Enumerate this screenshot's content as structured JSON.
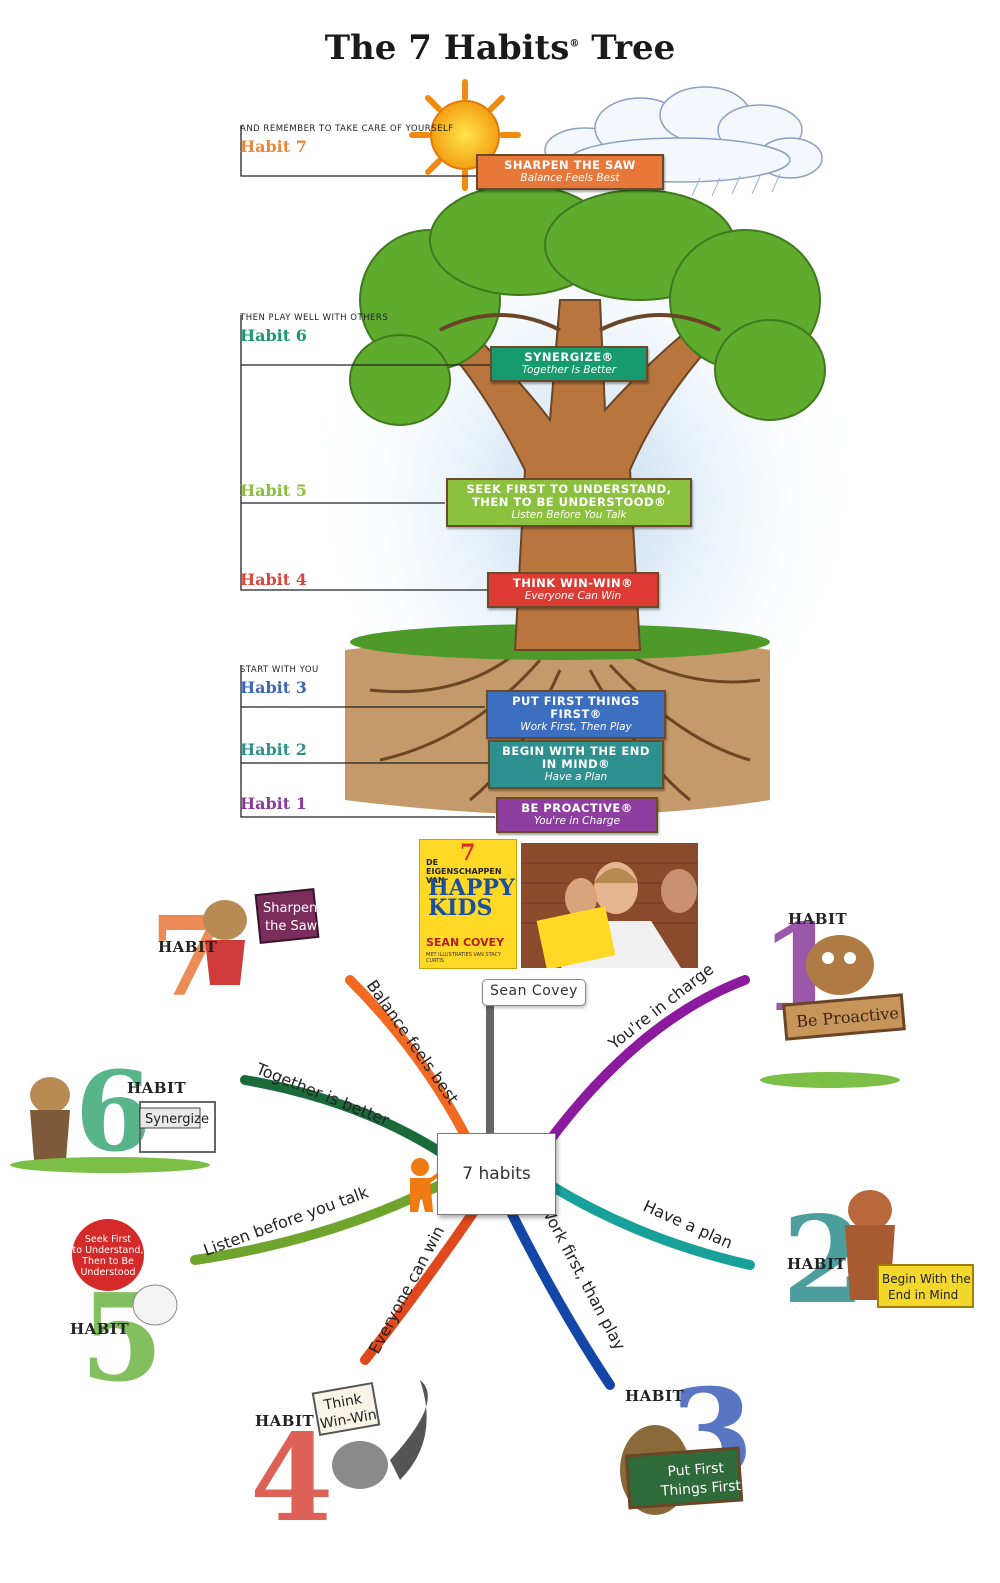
{
  "title": {
    "main": "The 7 Habits",
    "mark": "®",
    "tail": "Tree"
  },
  "annotations": [
    {
      "note": "AND REMEMBER TO TAKE CARE OF YOURSELF",
      "habit": "Habit 7",
      "color": "#e8873a"
    },
    {
      "note": "THEN PLAY WELL WITH OTHERS",
      "habit": "Habit 6",
      "color": "#1a9a6c"
    },
    {
      "note": "",
      "habit": "Habit 5",
      "color": "#8cbf3f"
    },
    {
      "note": "",
      "habit": "Habit 4",
      "color": "#d9463a"
    },
    {
      "note": "START WITH YOU",
      "habit": "Habit 3",
      "color": "#3c66b5"
    },
    {
      "note": "",
      "habit": "Habit 2",
      "color": "#2d8f8c"
    },
    {
      "note": "",
      "habit": "Habit 1",
      "color": "#8a3c9b"
    }
  ],
  "signs": [
    {
      "heading": "SHARPEN THE SAW",
      "sub": "Balance Feels Best",
      "color": "#e8783a"
    },
    {
      "heading": "SYNERGIZE®",
      "sub": "Together Is Better",
      "color": "#179a6e"
    },
    {
      "heading": "SEEK FIRST TO UNDERSTAND, THEN TO BE UNDERSTOOD®",
      "sub": "Listen Before You Talk",
      "color": "#8cc13f"
    },
    {
      "heading": "THINK WIN-WIN®",
      "sub": "Everyone Can Win",
      "color": "#dd3b33"
    },
    {
      "heading": "PUT FIRST THINGS FIRST®",
      "sub": "Work First, Then Play",
      "color": "#3d6fc0"
    },
    {
      "heading": "BEGIN WITH THE END IN MIND®",
      "sub": "Have a Plan",
      "color": "#2f9090"
    },
    {
      "heading": "BE PROACTIVE®",
      "sub": "You're in Charge",
      "color": "#8d3e9e"
    }
  ],
  "book": {
    "line1": "DE EIGENSCHAPPEN VAN",
    "number": "7",
    "title1": "HAPPY",
    "title2": "KIDS",
    "author": "SEAN COVEY",
    "credit": "MET ILLUSTRATIES VAN STACY CURTIS"
  },
  "mindmap": {
    "center": "7 habits",
    "author_node": "Sean Covey",
    "branches": [
      {
        "label": "Balance feels best",
        "color": "#f26a21"
      },
      {
        "label": "Together is better",
        "color": "#1b6b3a"
      },
      {
        "label": "Listen before you talk",
        "color": "#6fa52d"
      },
      {
        "label": "Everyone can win",
        "color": "#e0481e"
      },
      {
        "label": "Work first, than play",
        "color": "#1446a8"
      },
      {
        "label": "Have a plan",
        "color": "#17a19a"
      },
      {
        "label": "You're in charge",
        "color": "#8b1a9e"
      }
    ]
  },
  "characters": [
    {
      "word": "HABIT",
      "number": "7",
      "sign": [
        "Sharpen",
        "the Saw"
      ],
      "color": "#e8783a"
    },
    {
      "word": "HABIT",
      "number": "6",
      "sign": [
        "Synergize"
      ],
      "color": "#2fa26e"
    },
    {
      "word": "HABIT",
      "number": "5",
      "sign": [
        "Seek First",
        "to Understand,",
        "Then to Be",
        "Understood"
      ],
      "color": "#6fb544"
    },
    {
      "word": "HABIT",
      "number": "4",
      "sign": [
        "Think",
        "Win-Win"
      ],
      "color": "#d9463a"
    },
    {
      "word": "HABIT",
      "number": "3",
      "sign": [
        "Put First",
        "Things First"
      ],
      "color": "#3c5fb8"
    },
    {
      "word": "HABIT",
      "number": "2",
      "sign": [
        "Begin With the",
        "End in Mind"
      ],
      "color": "#2d8f8c"
    },
    {
      "word": "HABIT",
      "number": "1",
      "sign": [
        "Be Proactive"
      ],
      "color": "#8a3c9b"
    }
  ]
}
